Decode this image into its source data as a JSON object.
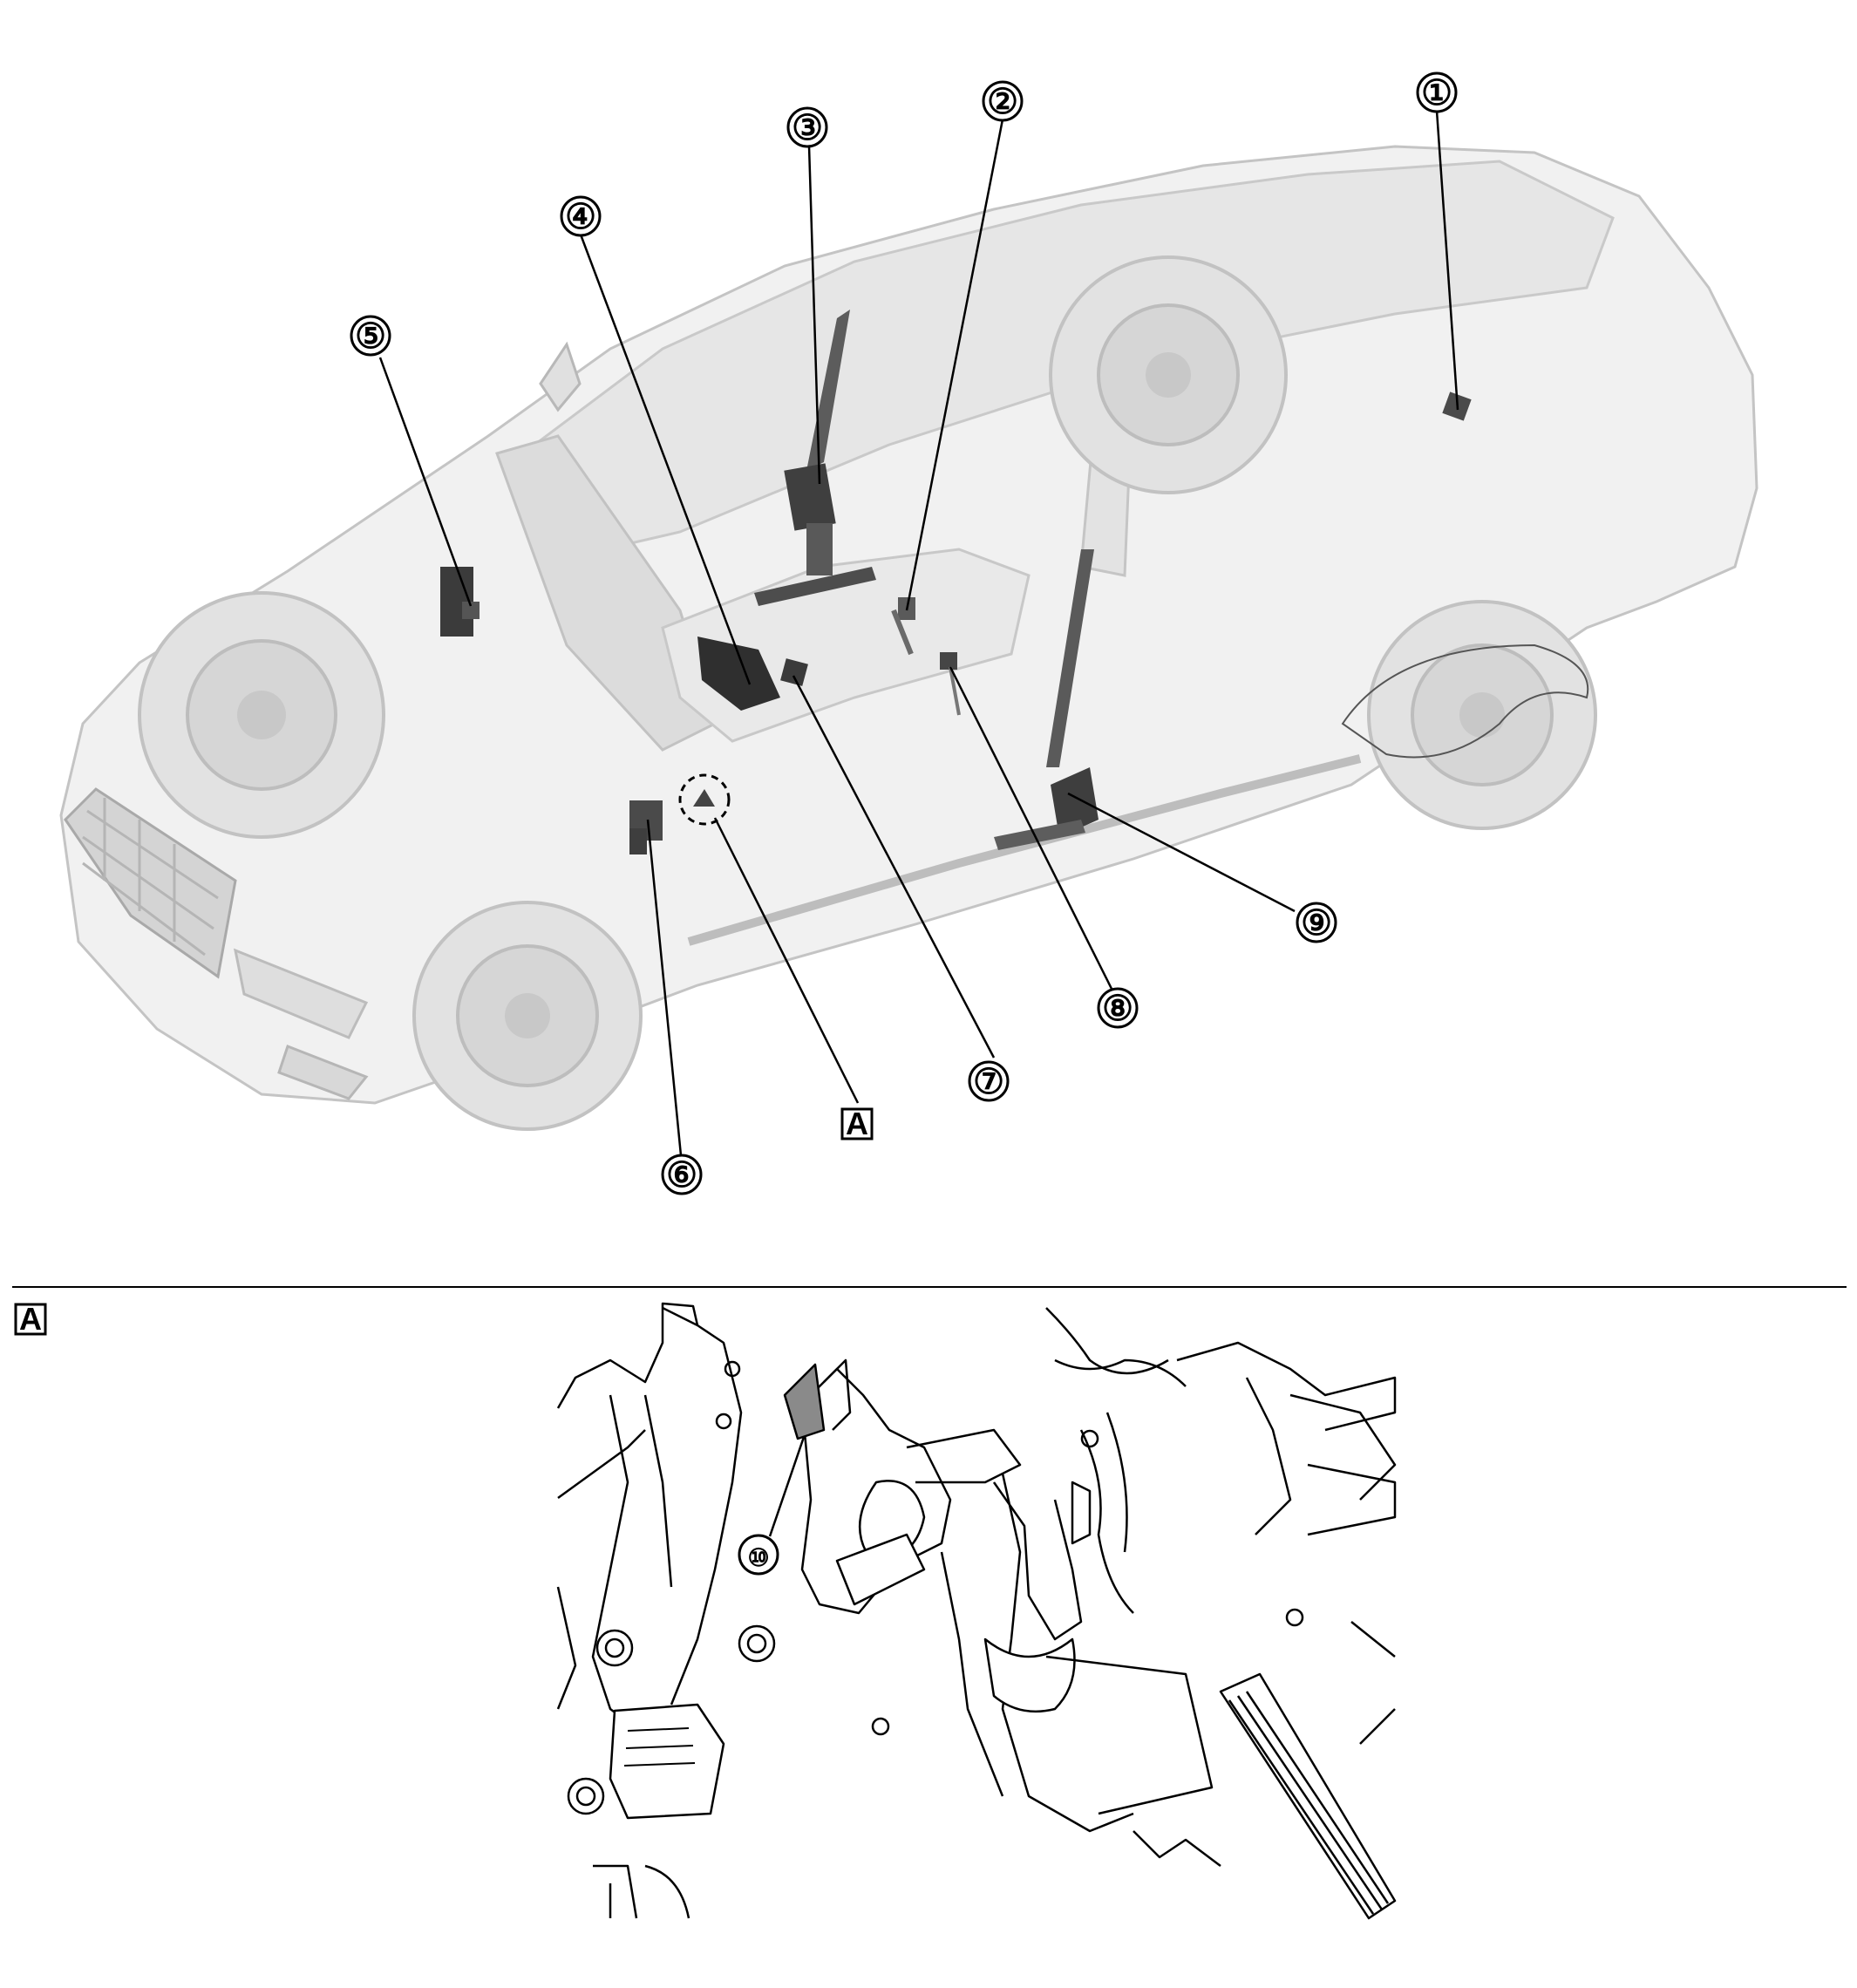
{
  "figure": {
    "main_view": {
      "callouts": [
        {
          "id": "c1",
          "label": "①"
        },
        {
          "id": "c2",
          "label": "②"
        },
        {
          "id": "c3",
          "label": "③"
        },
        {
          "id": "c4",
          "label": "④"
        },
        {
          "id": "c5",
          "label": "⑤"
        },
        {
          "id": "c6",
          "label": "⑥"
        },
        {
          "id": "c7",
          "label": "⑦"
        },
        {
          "id": "c8",
          "label": "⑧"
        },
        {
          "id": "c9",
          "label": "⑨"
        }
      ],
      "detail_ref_label": "A"
    },
    "detail_view": {
      "box_label": "A",
      "callout_label": "⑩"
    }
  },
  "colors": {
    "line": "#000000",
    "ghost_car": "#c9c9c9",
    "ghost_fill": "#efefef",
    "component": "#4a4a4a",
    "highlight": "#8a8a8a"
  }
}
